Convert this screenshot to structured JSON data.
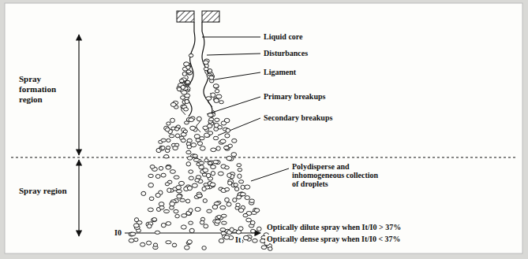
{
  "diagram": {
    "labels": [
      "Spray formation region",
      "Spray region",
      "Liquid core",
      "Disturbances",
      "Ligament",
      "Primary breakups",
      "Secondary breakups",
      "Polydisperse and inhomogeneous collection of droplets",
      "Optically dilute spray when It/I0 > 37%",
      "Optically dense spray when It/I0 < 37%",
      "I0",
      "It"
    ]
  }
}
